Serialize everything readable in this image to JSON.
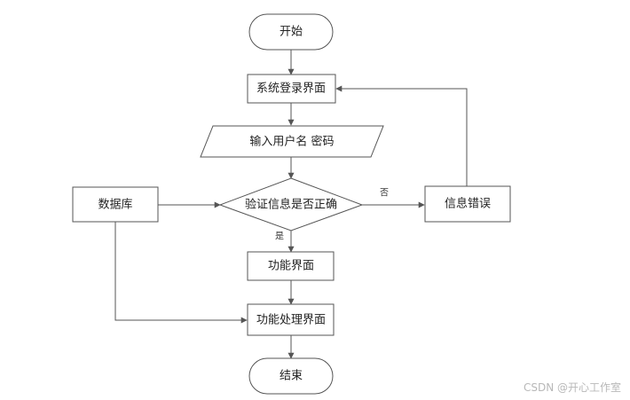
{
  "diagram": {
    "stroke_color": "#555555",
    "fill_color": "#ffffff",
    "nodes": {
      "start": "开始",
      "login": "系统登录界面",
      "input": "输入用户名 密码",
      "verify": "验证信息是否正确",
      "database": "数据库",
      "error": "信息错误",
      "function": "功能界面",
      "process": "功能处理界面",
      "end": "结束"
    },
    "edge_labels": {
      "no": "否",
      "yes": "是"
    }
  },
  "watermark": "CSDN @开心工作室"
}
